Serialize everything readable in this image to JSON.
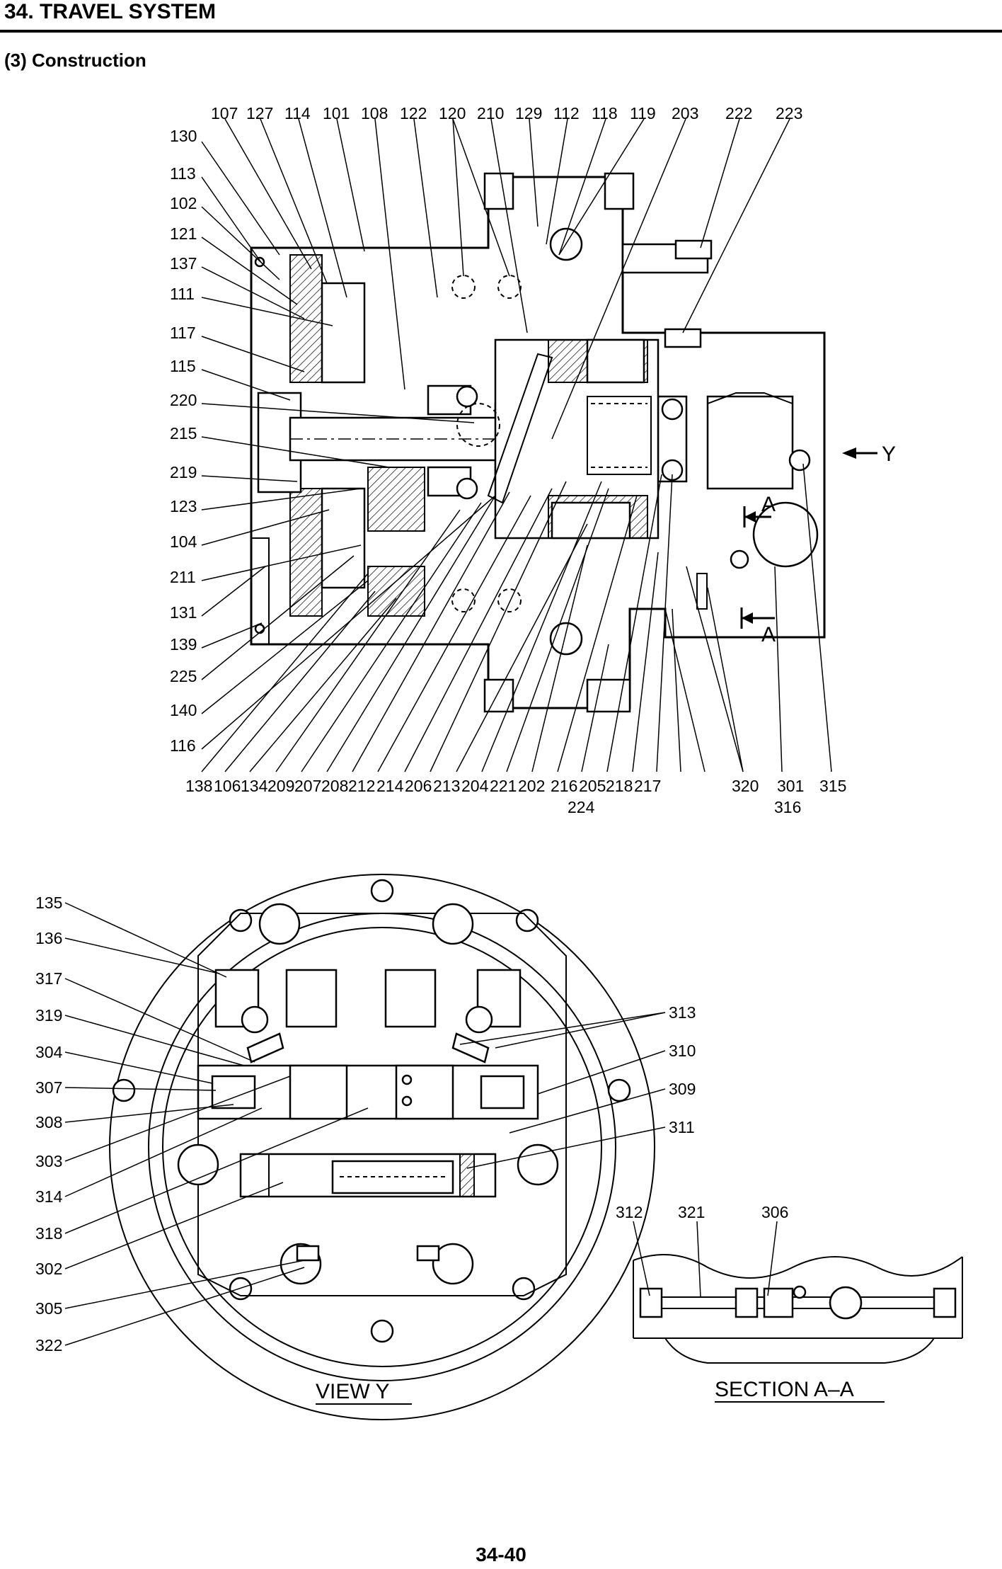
{
  "header": {
    "title": "34.  TRAVEL SYSTEM"
  },
  "section": {
    "title": "(3)  Construction"
  },
  "top_labels": {
    "row_top": [
      "107",
      "127",
      "114",
      "101",
      "108",
      "122",
      "120",
      "210",
      "129",
      "112",
      "118",
      "119",
      "203",
      "222",
      "223"
    ],
    "left": [
      "130",
      "113",
      "102",
      "121",
      "137",
      "111",
      "117",
      "115",
      "220",
      "215",
      "219",
      "123",
      "104",
      "211",
      "131",
      "139",
      "225",
      "140",
      "116"
    ],
    "bottom": [
      "138",
      "106",
      "134",
      "209",
      "207",
      "208",
      "212",
      "214",
      "206",
      "213",
      "204",
      "221",
      "202",
      "216",
      "205",
      "218",
      "217",
      "320",
      "301",
      "315"
    ],
    "bottom_sub": [
      "224",
      "316"
    ],
    "right_y": "Y",
    "section_marks": [
      "A",
      "A"
    ]
  },
  "view_y": {
    "caption": "VIEW  Y",
    "left_labels": [
      "135",
      "136",
      "317",
      "319",
      "304",
      "307",
      "308",
      "303",
      "314",
      "318",
      "302",
      "305",
      "322"
    ],
    "right_labels": [
      "313",
      "310",
      "309",
      "311"
    ]
  },
  "section_aa": {
    "caption": "SECTION  A–A",
    "labels": [
      "312",
      "321",
      "306"
    ]
  },
  "footer": {
    "page_number": "34-40"
  }
}
